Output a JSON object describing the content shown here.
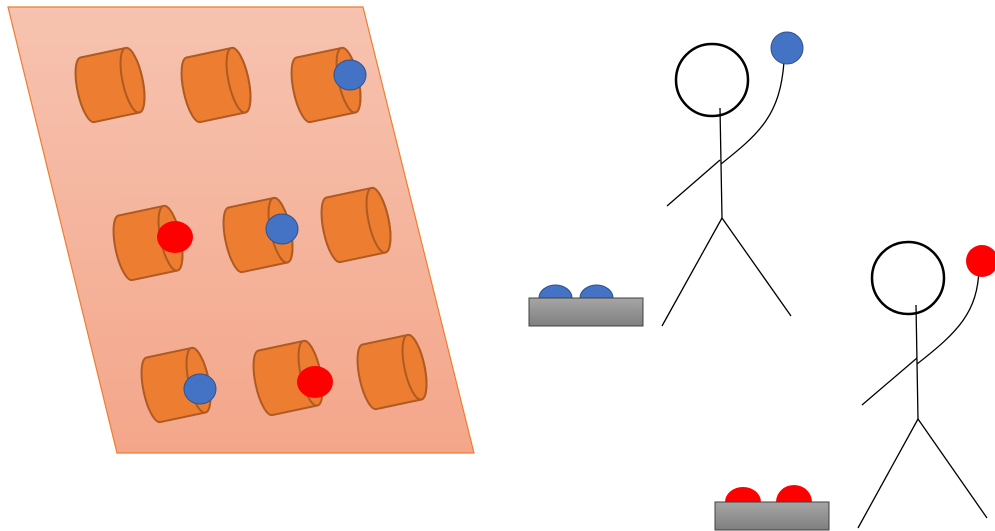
{
  "colors": {
    "board_fill_top": "#f6c3b0",
    "board_fill_bottom": "#f4a68a",
    "board_stroke": "#ed7d31",
    "cup_fill": "#ed7d31",
    "cup_stroke": "#ae5a21",
    "blue_ball": "#4472c4",
    "blue_ball_stroke": "#2f528f",
    "red_ball": "#ff0000",
    "tray_fill_top": "#a6a6a6",
    "tray_fill_bottom": "#7f7f7f",
    "stick_figure": "#000000"
  },
  "scene": {
    "cup_board": {
      "rows": 3,
      "columns": 3,
      "cups": [
        {
          "row": 1,
          "col": 1,
          "ball": "none"
        },
        {
          "row": 1,
          "col": 2,
          "ball": "none"
        },
        {
          "row": 1,
          "col": 3,
          "ball": "blue"
        },
        {
          "row": 2,
          "col": 1,
          "ball": "red"
        },
        {
          "row": 2,
          "col": 2,
          "ball": "blue"
        },
        {
          "row": 2,
          "col": 3,
          "ball": "none"
        },
        {
          "row": 3,
          "col": 1,
          "ball": "blue"
        },
        {
          "row": 3,
          "col": 2,
          "ball": "red"
        },
        {
          "row": 3,
          "col": 3,
          "ball": "none"
        }
      ]
    },
    "players": [
      {
        "id": "blue-player",
        "ball_color": "blue",
        "tray_ball_count": 2
      },
      {
        "id": "red-player",
        "ball_color": "red",
        "tray_ball_count": 2
      }
    ]
  }
}
